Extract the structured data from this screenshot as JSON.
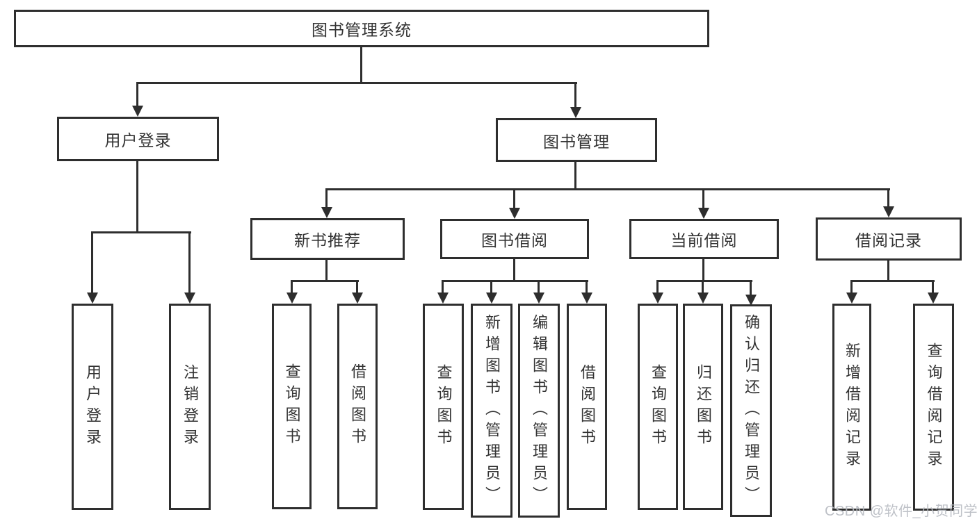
{
  "diagram": {
    "watermark": "CSDN @软件_小贺同学",
    "colors": {
      "line": "#2e2e2e",
      "text": "#333333",
      "background": "#ffffff",
      "watermark": "#b7bbc2"
    },
    "tree": {
      "label": "图书管理系统",
      "children": [
        {
          "label": "用户登录",
          "children": [
            {
              "label": "用户登录"
            },
            {
              "label": "注销登录"
            }
          ]
        },
        {
          "label": "图书管理",
          "children": [
            {
              "label": "新书推荐",
              "children": [
                {
                  "label": "查询图书"
                },
                {
                  "label": "借阅图书"
                }
              ]
            },
            {
              "label": "图书借阅",
              "children": [
                {
                  "label": "查询图书"
                },
                {
                  "label": "新增图书（管理员）"
                },
                {
                  "label": "编辑图书（管理员）"
                },
                {
                  "label": "借阅图书"
                }
              ]
            },
            {
              "label": "当前借阅",
              "children": [
                {
                  "label": "查询图书"
                },
                {
                  "label": "归还图书"
                },
                {
                  "label": "确认归还（管理员）"
                }
              ]
            },
            {
              "label": "借阅记录",
              "children": [
                {
                  "label": "新增借阅记录"
                },
                {
                  "label": "查询借阅记录"
                }
              ]
            }
          ]
        }
      ]
    }
  }
}
